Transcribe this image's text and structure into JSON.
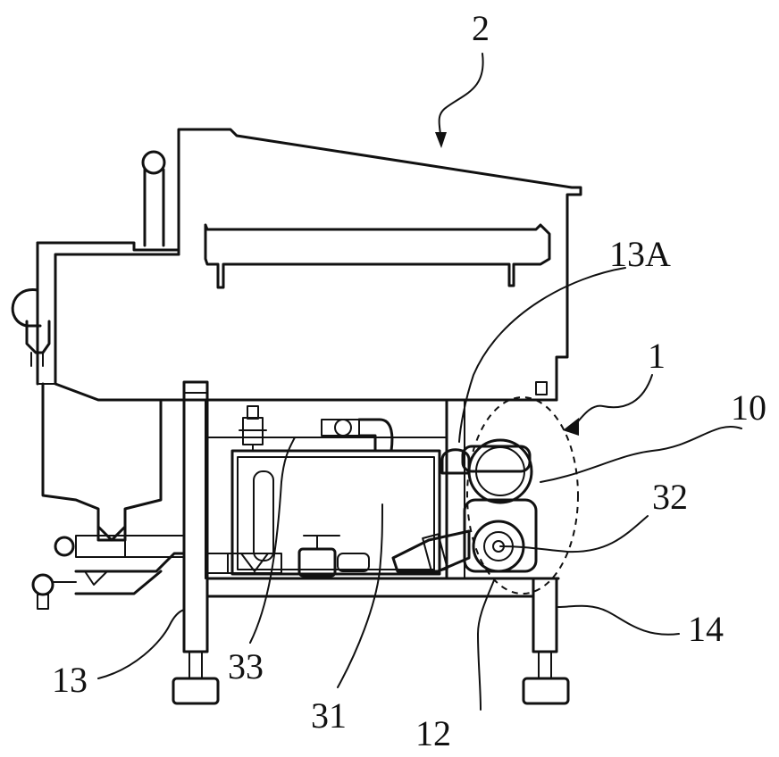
{
  "labels": {
    "assembly_2": "2",
    "assembly_1": "1",
    "part_10": "10",
    "part_13a": "13A",
    "part_32": "32",
    "part_14": "14",
    "part_13": "13",
    "part_33": "33",
    "part_31": "31",
    "part_12": "12"
  }
}
